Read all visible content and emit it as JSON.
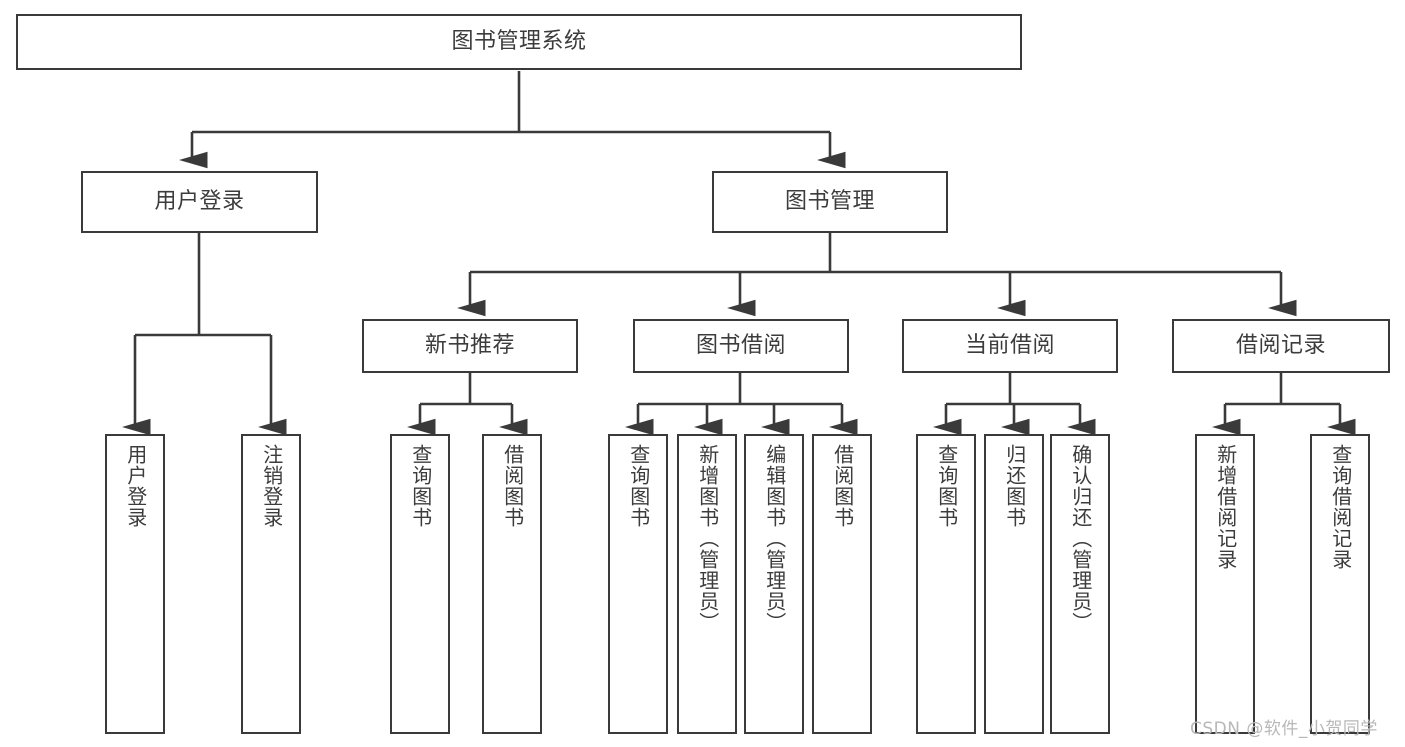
{
  "diagram": {
    "title": "图书管理系统",
    "type": "功能结构图",
    "root": {
      "id": "root",
      "label": "图书管理系统"
    },
    "level2": [
      {
        "id": "user-login",
        "label": "用户登录"
      },
      {
        "id": "book-manage",
        "label": "图书管理"
      }
    ],
    "level3": [
      {
        "id": "new-book-recommend",
        "label": "新书推荐"
      },
      {
        "id": "book-borrow",
        "label": "图书借阅"
      },
      {
        "id": "current-borrow",
        "label": "当前借阅"
      },
      {
        "id": "borrow-record",
        "label": "借阅记录"
      }
    ],
    "leaves": {
      "user_login": [
        {
          "id": "leaf-user-login",
          "label": "用户登录"
        },
        {
          "id": "leaf-logout",
          "label": "注销登录"
        }
      ],
      "new_book_recommend": [
        {
          "id": "leaf-query-book-1",
          "label": "查询图书"
        },
        {
          "id": "leaf-borrow-book-1",
          "label": "借阅图书"
        }
      ],
      "book_borrow": [
        {
          "id": "leaf-query-book-2",
          "label": "查询图书"
        },
        {
          "id": "leaf-add-book",
          "label": "新增图书（管理员）"
        },
        {
          "id": "leaf-edit-book",
          "label": "编辑图书（管理员）"
        },
        {
          "id": "leaf-borrow-book-2",
          "label": "借阅图书"
        }
      ],
      "current_borrow": [
        {
          "id": "leaf-query-book-3",
          "label": "查询图书"
        },
        {
          "id": "leaf-return-book",
          "label": "归还图书"
        },
        {
          "id": "leaf-confirm-return",
          "label": "确认归还（管理员）"
        }
      ],
      "borrow_record": [
        {
          "id": "leaf-add-record",
          "label": "新增借阅记录"
        },
        {
          "id": "leaf-query-record",
          "label": "查询借阅记录"
        }
      ]
    }
  },
  "watermark": {
    "text": "CSDN @软件_小贺同学"
  },
  "colors": {
    "box_border": "#3a3a3a",
    "box_fill": "#ffffff",
    "text": "#3c3c3c",
    "edge": "#3a3a3a",
    "watermark": "#b8b8b8",
    "background": "#ffffff"
  }
}
